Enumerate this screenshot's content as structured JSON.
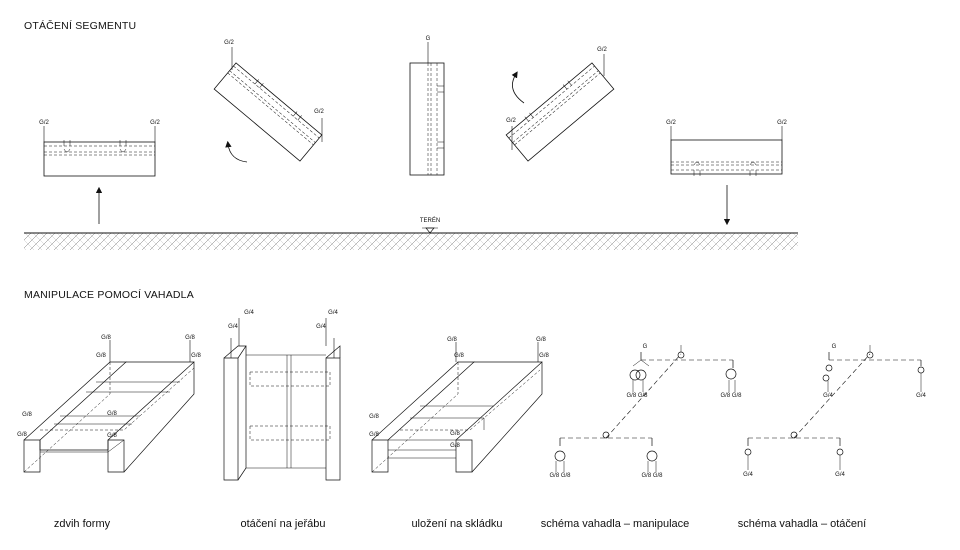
{
  "section1": {
    "title": "OTÁČENÍ SEGMENTU",
    "terrain_label": "TERÉN",
    "load_half": "G/2",
    "load_full": "G"
  },
  "section2": {
    "title": "MANIPULACE POMOCÍ VAHADLA",
    "load_eighth": "G/8",
    "load_quarter": "G/4",
    "load_full": "G",
    "load_eighth_pair": "G/8 G/8",
    "captions": [
      "zdvih formy",
      "otáčení na jeřábu",
      "uložení na skládku",
      "schéma vahadla – manipulace",
      "schéma vahadla – otáčení"
    ]
  }
}
